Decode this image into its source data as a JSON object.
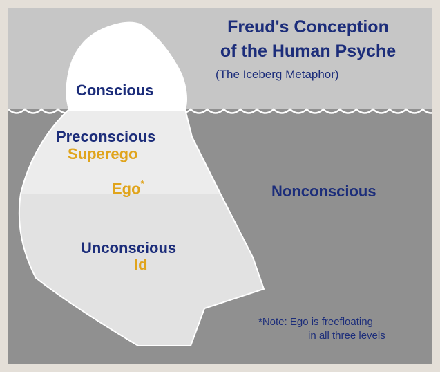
{
  "diagram": {
    "title_line1": "Freud's Conception",
    "title_line2": "of the Human Psyche",
    "subtitle": "(The Iceberg Metaphor)",
    "levels": {
      "conscious": "Conscious",
      "preconscious": "Preconscious",
      "unconscious": "Unconscious",
      "nonconscious": "Nonconscious"
    },
    "structures": {
      "superego": "Superego",
      "ego": "Ego",
      "ego_mark": "*",
      "id": "Id"
    },
    "note": {
      "line1": "*Note: Ego is freefloating",
      "line2": "in all three levels"
    },
    "colors": {
      "sky": "#c6c6c6",
      "water": "#909090",
      "iceberg_above": "#ffffff",
      "iceberg_shallow": "#ececec",
      "iceberg_deep": "#e2e2e2",
      "level_text": "#1c2d7a",
      "structure_text": "#e0a41c",
      "border": "#e4dfd8"
    }
  }
}
